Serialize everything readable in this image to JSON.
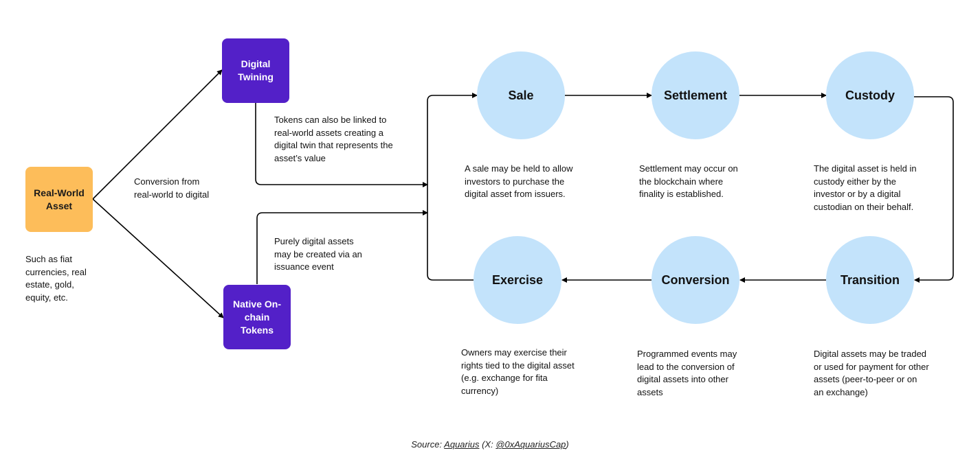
{
  "nodes": {
    "real_world_asset": "Real-World Asset",
    "digital_twining": "Digital Twining",
    "native_tokens": "Native On-chain Tokens",
    "sale": "Sale",
    "settlement": "Settlement",
    "custody": "Custody",
    "transition": "Transition",
    "conversion": "Conversion",
    "exercise": "Exercise"
  },
  "notes": {
    "real_world_asset": "Such as fiat currencies, real estate, gold, equity, etc.",
    "conversion_edge": "Conversion from real-world to digital",
    "digital_twining": "Tokens can also be linked to real-world assets creating a digital twin that represents the asset’s value",
    "native_tokens": "Purely digital assets may be created via an issuance event",
    "sale": "A sale may be held to allow investors to purchase the digital asset from issuers.",
    "settlement": "Settlement may occur on the blockchain where finality is established.",
    "custody": "The digital asset is held in custody either by the investor or by a digital custodian on their behalf.",
    "transition": "Digital assets may be traded or used for payment for other assets (peer-to-peer or on an exchange)",
    "conversion": "Programmed events may lead to the conversion of digital assets into other assets",
    "exercise": "Owners may exercise their rights tied to the digital asset (e.g. exchange for fita currency)"
  },
  "source": {
    "prefix": "Source: ",
    "name": "Aquarius",
    "middle": " (X: ",
    "handle": "@0xAquariusCap",
    "suffix": ")"
  },
  "colors": {
    "orange": "#fdbd5a",
    "purple": "#5320c8",
    "circle": "#c3e3fb"
  }
}
